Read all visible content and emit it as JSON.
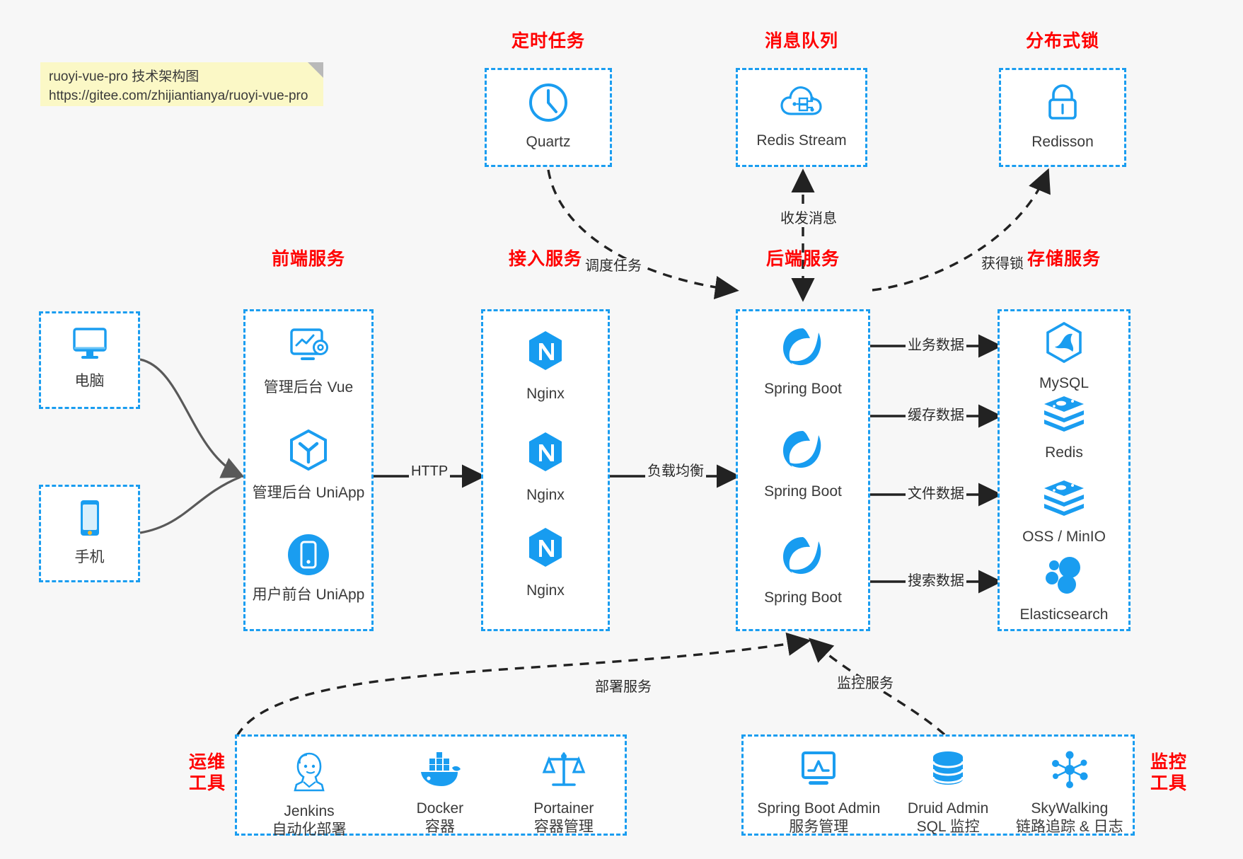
{
  "note": {
    "line1": "ruoyi-vue-pro 技术架构图",
    "line2": "https://gitee.com/zhijiantianya/ruoyi-vue-pro"
  },
  "colors": {
    "accent_blue": "#1a9df0",
    "group_title_red": "#ff0000",
    "box_fill": "#ffffff",
    "canvas": "#f7f7f7",
    "note_yellow": "#fbf8c6",
    "arrow_black": "#222222",
    "curve_gray": "#595959"
  },
  "groups": {
    "scheduler": {
      "title": "定时任务",
      "nodes": [
        {
          "label": "Quartz",
          "icon": "clock-icon"
        }
      ]
    },
    "mq": {
      "title": "消息队列",
      "nodes": [
        {
          "label": "Redis Stream",
          "icon": "cloud-stream-icon"
        }
      ]
    },
    "lock": {
      "title": "分布式锁",
      "nodes": [
        {
          "label": "Redisson",
          "icon": "lock-icon"
        }
      ]
    },
    "clients": {
      "nodes": [
        {
          "label": "电脑",
          "icon": "desktop-icon"
        },
        {
          "label": "手机",
          "icon": "mobile-icon"
        }
      ]
    },
    "frontend": {
      "title": "前端服务",
      "nodes": [
        {
          "label": "管理后台 Vue",
          "icon": "dashboard-settings-icon"
        },
        {
          "label": "管理后台 UniApp",
          "icon": "hexagon-uniapp-icon"
        },
        {
          "label": "用户前台 UniApp",
          "icon": "mobile-circle-icon"
        }
      ]
    },
    "gateway": {
      "title": "接入服务",
      "nodes": [
        {
          "label": "Nginx",
          "icon": "nginx-icon"
        },
        {
          "label": "Nginx",
          "icon": "nginx-icon"
        },
        {
          "label": "Nginx",
          "icon": "nginx-icon"
        }
      ]
    },
    "backend": {
      "title": "后端服务",
      "nodes": [
        {
          "label": "Spring Boot",
          "icon": "spring-boot-icon"
        },
        {
          "label": "Spring Boot",
          "icon": "spring-boot-icon"
        },
        {
          "label": "Spring Boot",
          "icon": "spring-boot-icon"
        }
      ]
    },
    "storage": {
      "title": "存储服务",
      "nodes": [
        {
          "label": "MySQL",
          "icon": "mysql-icon"
        },
        {
          "label": "Redis",
          "icon": "redis-icon"
        },
        {
          "label": "OSS / MinIO",
          "icon": "redis-icon"
        },
        {
          "label": "Elasticsearch",
          "icon": "elasticsearch-icon"
        }
      ]
    },
    "devops": {
      "title_line1": "运维",
      "title_line2": "工具",
      "nodes": [
        {
          "label": "Jenkins",
          "sub": "自动化部署",
          "icon": "jenkins-icon"
        },
        {
          "label": "Docker",
          "sub": "容器",
          "icon": "docker-icon"
        },
        {
          "label": "Portainer",
          "sub": "容器管理",
          "icon": "scales-icon"
        }
      ]
    },
    "monitor": {
      "title_line1": "监控",
      "title_line2": "工具",
      "nodes": [
        {
          "label": "Spring Boot Admin",
          "sub": "服务管理",
          "icon": "monitor-chart-icon"
        },
        {
          "label": "Druid Admin",
          "sub": "SQL 监控",
          "icon": "database-icon"
        },
        {
          "label": "SkyWalking",
          "sub": "链路追踪 & 日志",
          "icon": "skywalking-icon"
        }
      ]
    }
  },
  "edges": [
    {
      "id": "schedule-task",
      "label": "调度任务"
    },
    {
      "id": "send-recv-message",
      "label": "收发消息"
    },
    {
      "id": "acquire-lock",
      "label": "获得锁"
    },
    {
      "id": "http",
      "label": "HTTP"
    },
    {
      "id": "load-balance",
      "label": "负载均衡"
    },
    {
      "id": "business-data",
      "label": "业务数据"
    },
    {
      "id": "cache-data",
      "label": "缓存数据"
    },
    {
      "id": "file-data",
      "label": "文件数据"
    },
    {
      "id": "search-data",
      "label": "搜索数据"
    },
    {
      "id": "deploy-service",
      "label": "部署服务"
    },
    {
      "id": "monitor-service",
      "label": "监控服务"
    }
  ]
}
